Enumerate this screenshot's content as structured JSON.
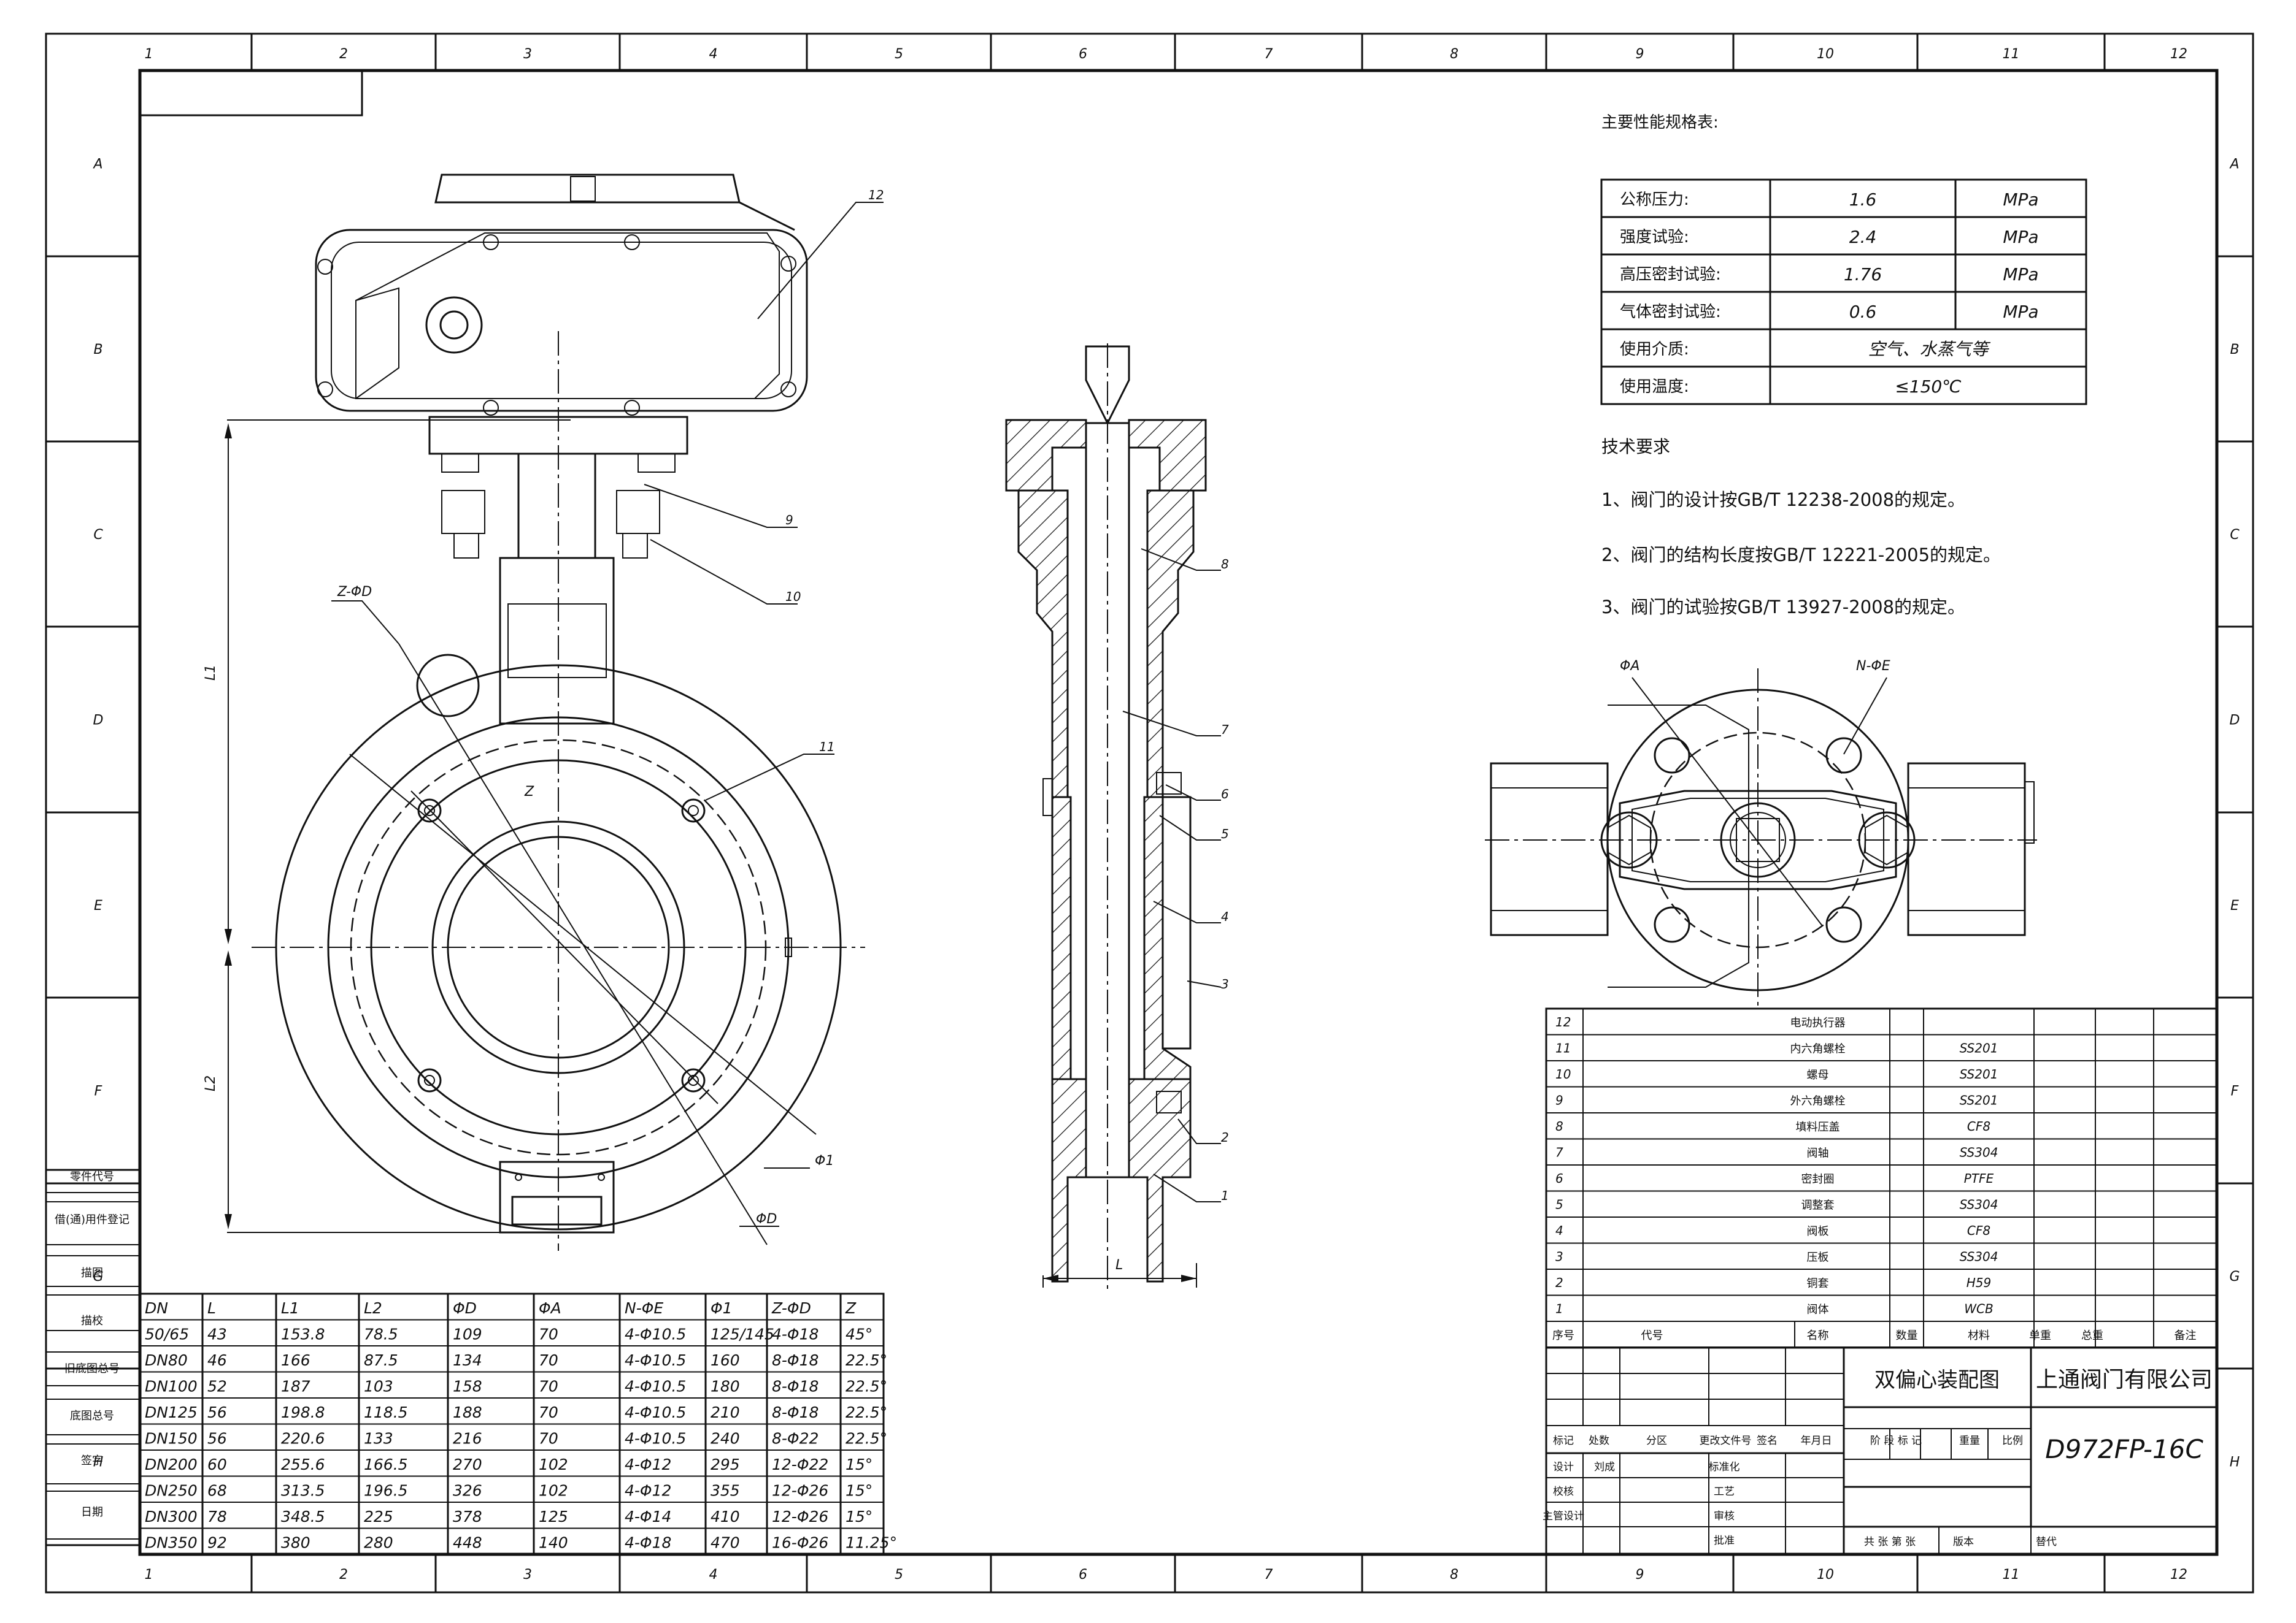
{
  "grid": {
    "columns": [
      "1",
      "2",
      "3",
      "4",
      "5",
      "6",
      "7",
      "8",
      "9",
      "10",
      "11",
      "12"
    ],
    "rows": [
      "A",
      "B",
      "C",
      "D",
      "E",
      "F",
      "G",
      "H"
    ]
  },
  "specs": {
    "title": "主要性能规格表:",
    "rows": [
      {
        "label": "公称压力:",
        "value": "1.6",
        "unit": "MPa"
      },
      {
        "label": "强度试验:",
        "value": "2.4",
        "unit": "MPa"
      },
      {
        "label": "高压密封试验:",
        "value": "1.76",
        "unit": "MPa"
      },
      {
        "label": "气体密封试验:",
        "value": "0.6",
        "unit": "MPa"
      },
      {
        "label": "使用介质:",
        "value": "空气、水蒸气等",
        "unit": ""
      },
      {
        "label": "使用温度:",
        "value": "≤150℃",
        "unit": ""
      }
    ]
  },
  "tech": {
    "title": "技术要求",
    "items": [
      "1、阀门的设计按GB/T 12238-2008的规定。",
      "2、阀门的结构长度按GB/T 12221-2005的规定。",
      "3、阀门的试验按GB/T 13927-2008的规定。"
    ]
  },
  "callouts": {
    "front": [
      "12",
      "9",
      "10",
      "11",
      "Z-ΦD",
      "Z",
      "Φ1",
      "ΦD",
      "L1",
      "L2"
    ],
    "section": [
      "8",
      "7",
      "6",
      "5",
      "4",
      "3",
      "2",
      "1",
      "L"
    ],
    "top": [
      "ΦA",
      "N-ΦE"
    ]
  },
  "dims": {
    "headers": [
      "DN",
      "L",
      "L1",
      "L2",
      "ΦD",
      "ΦA",
      "N-ΦE",
      "Φ1",
      "Z-ΦD",
      "Z"
    ],
    "rows": [
      [
        "50/65",
        "43",
        "153.8",
        "78.5",
        "109",
        "70",
        "4-Φ10.5",
        "125/145",
        "4-Φ18",
        "45°"
      ],
      [
        "DN80",
        "46",
        "166",
        "87.5",
        "134",
        "70",
        "4-Φ10.5",
        "160",
        "8-Φ18",
        "22.5°"
      ],
      [
        "DN100",
        "52",
        "187",
        "103",
        "158",
        "70",
        "4-Φ10.5",
        "180",
        "8-Φ18",
        "22.5°"
      ],
      [
        "DN125",
        "56",
        "198.8",
        "118.5",
        "188",
        "70",
        "4-Φ10.5",
        "210",
        "8-Φ18",
        "22.5°"
      ],
      [
        "DN150",
        "56",
        "220.6",
        "133",
        "216",
        "70",
        "4-Φ10.5",
        "240",
        "8-Φ22",
        "22.5°"
      ],
      [
        "DN200",
        "60",
        "255.6",
        "166.5",
        "270",
        "102",
        "4-Φ12",
        "295",
        "12-Φ22",
        "15°"
      ],
      [
        "DN250",
        "68",
        "313.5",
        "196.5",
        "326",
        "102",
        "4-Φ12",
        "355",
        "12-Φ26",
        "15°"
      ],
      [
        "DN300",
        "78",
        "348.5",
        "225",
        "378",
        "125",
        "4-Φ14",
        "410",
        "12-Φ26",
        "15°"
      ],
      [
        "DN350",
        "92",
        "380",
        "280",
        "448",
        "140",
        "4-Φ18",
        "470",
        "16-Φ26",
        "11.25°"
      ]
    ]
  },
  "left_labels": [
    "零件代号",
    "借(通)用件登记",
    "描图",
    "描校",
    "旧底图总号",
    "底图总号",
    "签字",
    "日期"
  ],
  "bom": {
    "rows": [
      [
        "12",
        "",
        "电动执行器",
        "",
        "",
        ""
      ],
      [
        "11",
        "",
        "内六角螺栓",
        "",
        "SS201",
        ""
      ],
      [
        "10",
        "",
        "螺母",
        "",
        "SS201",
        ""
      ],
      [
        "9",
        "",
        "外六角螺栓",
        "",
        "SS201",
        ""
      ],
      [
        "8",
        "",
        "填料压盖",
        "",
        "CF8",
        ""
      ],
      [
        "7",
        "",
        "阀轴",
        "",
        "SS304",
        ""
      ],
      [
        "6",
        "",
        "密封圈",
        "",
        "PTFE",
        ""
      ],
      [
        "5",
        "",
        "调整套",
        "",
        "SS304",
        ""
      ],
      [
        "4",
        "",
        "阀板",
        "",
        "CF8",
        ""
      ],
      [
        "3",
        "",
        "压板",
        "",
        "SS304",
        ""
      ],
      [
        "2",
        "",
        "铜套",
        "",
        "H59",
        ""
      ],
      [
        "1",
        "",
        "阀体",
        "",
        "WCB",
        ""
      ]
    ],
    "header": [
      "序号",
      "代号",
      "名称",
      "数量",
      "材料",
      "单重",
      "总重",
      "备注"
    ]
  },
  "title_block": {
    "drawing_name": "双偏心装配图",
    "company": "上通阀门有限公司",
    "code": "D972FP-16C",
    "rev_header": [
      "标记",
      "处数",
      "分区",
      "更改文件号",
      "签名",
      "年月日"
    ],
    "stage_labels": [
      "阶 段 标 记",
      "重量",
      "比例"
    ],
    "roles": [
      "设计",
      "校核",
      "主管设计"
    ],
    "designer": "刘成",
    "approvals": [
      "标准化",
      "工艺",
      "审核",
      "批准"
    ],
    "footer": [
      "共 张  第 张",
      "版本",
      "替代"
    ]
  }
}
